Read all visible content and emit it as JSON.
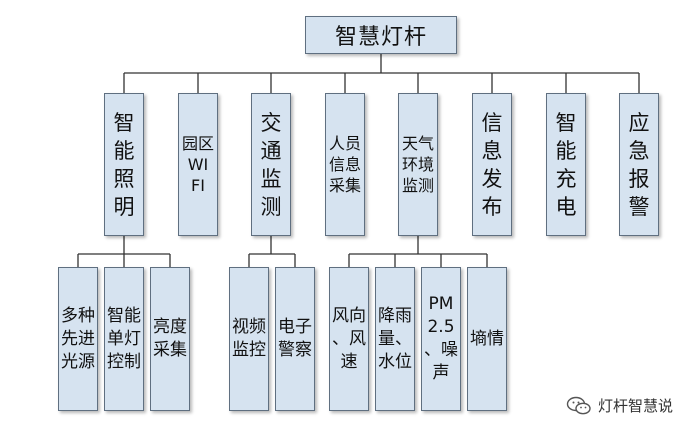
{
  "diagram": {
    "root": {
      "label": "智慧灯杆"
    },
    "categories": [
      {
        "id": "lighting",
        "label": "智能\n照明"
      },
      {
        "id": "park-wifi",
        "label": "园区\nWI\nFI"
      },
      {
        "id": "traffic",
        "label": "交通\n监测"
      },
      {
        "id": "people",
        "label": "人员\n信息\n采集"
      },
      {
        "id": "weather",
        "label": "天气\n环境\n监测"
      },
      {
        "id": "info",
        "label": "信息\n发布"
      },
      {
        "id": "charging",
        "label": "智能\n充电"
      },
      {
        "id": "alarm",
        "label": "应急\n报警"
      }
    ],
    "subitems": {
      "lighting": [
        {
          "label": "多种\n先进\n光源"
        },
        {
          "label": "智能\n单灯\n控制"
        },
        {
          "label": "亮度\n采集"
        }
      ],
      "traffic": [
        {
          "label": "视频\n监控"
        },
        {
          "label": "电子\n警察"
        }
      ],
      "weather": [
        {
          "label": "风向\n、风\n速"
        },
        {
          "label": "降雨\n量、\n水位"
        },
        {
          "label": "PM\n2.5\n、噪\n声"
        },
        {
          "label": "墒情"
        }
      ]
    }
  },
  "watermark": {
    "text": "灯杆智慧说",
    "icon": "wechat-icon"
  },
  "colors": {
    "node_fill": "#d6e3f0",
    "node_border": "#5f6f80",
    "line": "#333333"
  }
}
